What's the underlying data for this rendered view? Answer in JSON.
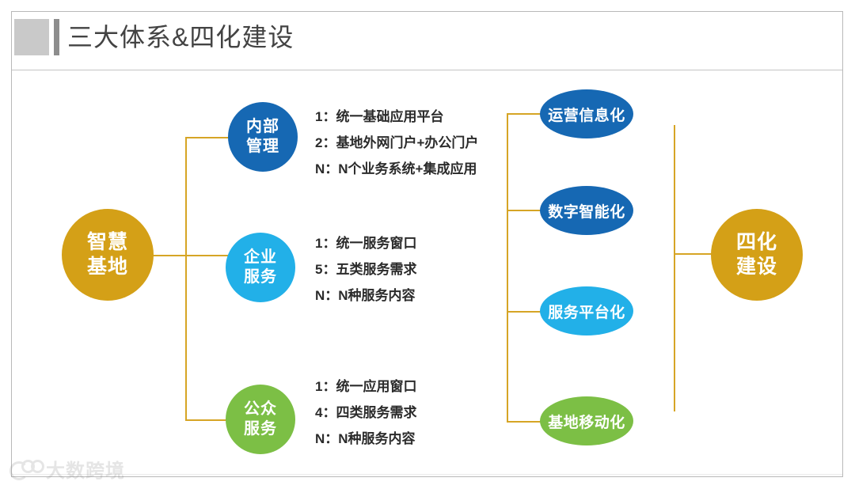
{
  "slide": {
    "title": "三大体系&四化建设",
    "accent_color": "#d6a525",
    "title_color": "#434343",
    "background": "#ffffff"
  },
  "watermark": {
    "text": "大数跨境",
    "logo_icon": "rings-logo-icon"
  },
  "root": {
    "label_line1": "智慧",
    "label_line2": "基地",
    "color": "#d4a017"
  },
  "systems": [
    {
      "name": "internal-management",
      "label_line1": "内部",
      "label_line2": "管理",
      "color": "#1668b3",
      "details": [
        "1：统一基础应用平台",
        "2：基地外网门户+办公门户",
        "N：N个业务系统+集成应用"
      ]
    },
    {
      "name": "enterprise-service",
      "label_line1": "企业",
      "label_line2": "服务",
      "color": "#22b0e8",
      "details": [
        "1：统一服务窗口",
        "5：五类服务需求",
        "N：N种服务内容"
      ]
    },
    {
      "name": "public-service",
      "label_line1": "公众",
      "label_line2": "服务",
      "color": "#7cbf45",
      "details": [
        "1：统一应用窗口",
        "4：四类服务需求",
        "N：N种服务内容"
      ]
    }
  ],
  "transformations": [
    {
      "name": "operation-informatization",
      "label": "运营信息化",
      "color": "#1668b3"
    },
    {
      "name": "digital-intelligence",
      "label": "数字智能化",
      "color": "#1668b3"
    },
    {
      "name": "service-platformization",
      "label": "服务平台化",
      "color": "#22b0e8"
    },
    {
      "name": "base-mobilization",
      "label": "基地移动化",
      "color": "#7cbf45"
    }
  ],
  "goal": {
    "label_line1": "四化",
    "label_line2": "建设",
    "color": "#d4a017"
  }
}
